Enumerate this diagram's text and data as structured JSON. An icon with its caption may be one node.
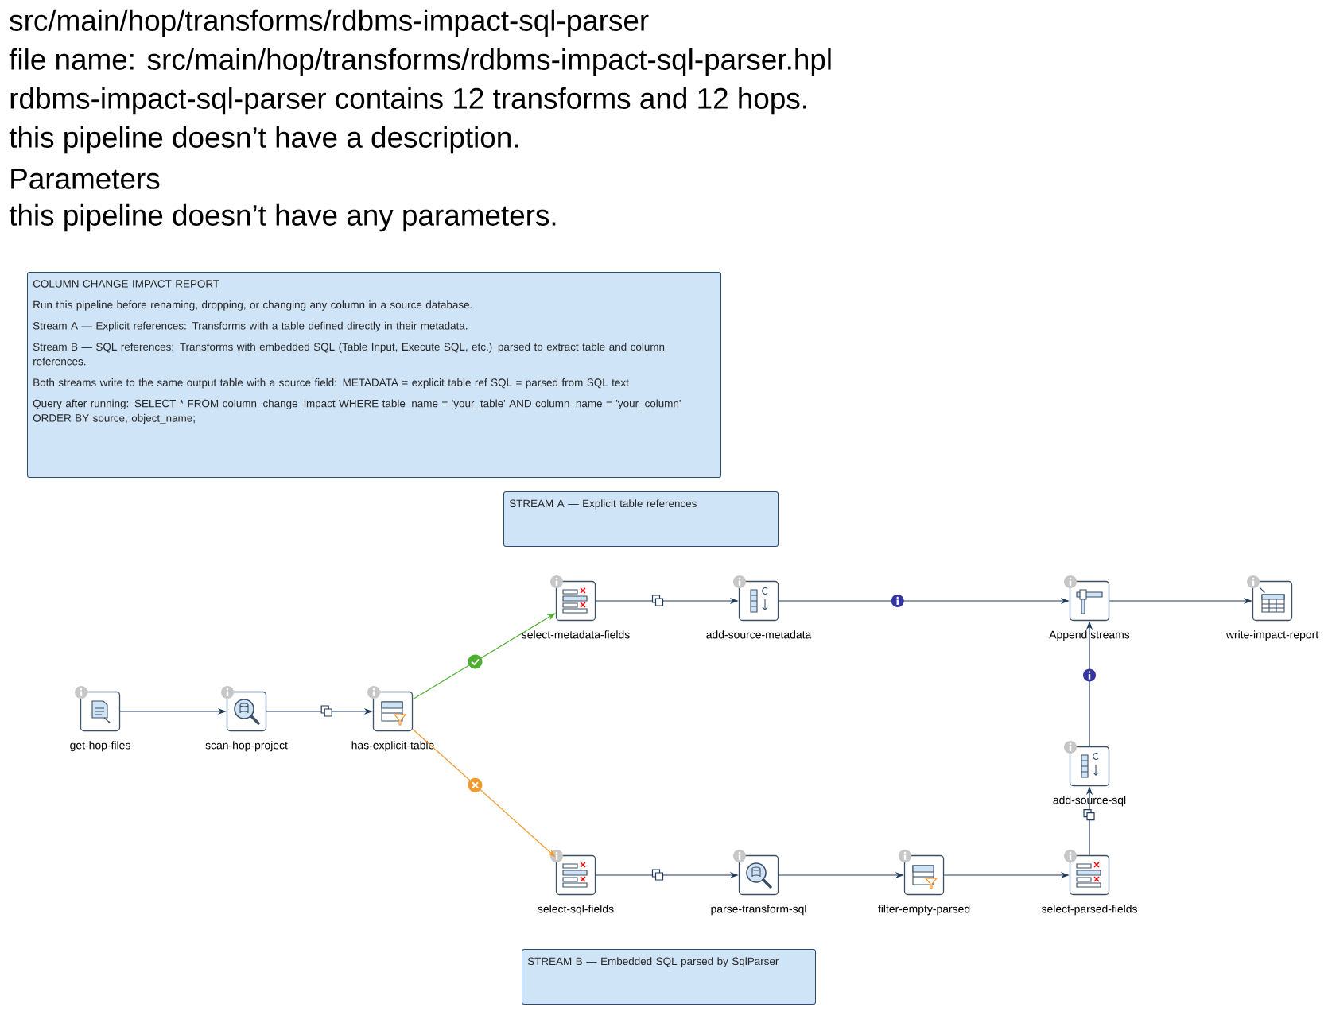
{
  "diagram": {
    "title": "src/main/hop/transforms/rdbms-impact-sql-parser",
    "labels": [
      "file name: src/main/hop/transforms/rdbms-impact-sql-parser.hpl",
      "rdbms-impact-sql-parser contains 12 transforms and 12 hops.",
      "this pipeline doesn’t have a description.",
      "Parameters",
      "this pipeline doesn’t have any parameters."
    ],
    "nodes": [
      {
        "text": [
          "COLUMN CHANGE IMPACT REPORT",
          "Run this pipeline before renaming, dropping, or changing any column in a source database.",
          "Stream A — Explicit references: Transforms with a table defined directly in their metadata.",
          "Stream B — SQL references: Transforms with embedded SQL (Table Input, Execute SQL, etc.) parsed to extract table and column references.",
          "Both streams write to the same output table with a source field: METADATA = explicit table ref SQL = parsed from SQL text",
          "Query after running: SELECT * FROM column_change_impact WHERE table_name = 'your_table' AND column_name = 'your_column' ORDER BY source, object_name;"
        ]
      },
      {
        "text": [
          "STREAM A — Explicit table references"
        ]
      },
      {
        "text": [
          "get-hop-files"
        ]
      },
      {
        "text": [
          "scan-hop-project"
        ]
      },
      {
        "text": [
          "has-explicit-table"
        ]
      },
      {
        "text": [
          "select-metadata-fields"
        ]
      },
      {
        "text": [
          "add-source-metadata"
        ]
      },
      {
        "text": [
          "Append streams"
        ]
      },
      {
        "text": [
          "write-impact-report"
        ]
      },
      {
        "text": [
          "add-source-sql"
        ]
      },
      {
        "text": [
          "select-sql-fields"
        ]
      },
      {
        "text": [
          "parse-transform-sql"
        ]
      },
      {
        "text": [
          "filter-empty-parsed"
        ]
      },
      {
        "text": [
          "select-parsed-fields"
        ]
      },
      {
        "text": [
          "STREAM B — Embedded SQL parsed by SqlParser"
        ]
      }
    ],
    "edges": [
      {
        "from": 2,
        "to": 3,
        "arrow": "to"
      },
      {
        "from": 3,
        "to": 4,
        "arrow": "to"
      },
      {
        "from": 4,
        "to": 5,
        "arrow": "to",
        "color": "#4caf2e"
      },
      {
        "from": 4,
        "to": 10,
        "arrow": "to",
        "color": "#f09a2e"
      },
      {
        "from": 5,
        "to": 6,
        "arrow": "to"
      },
      {
        "from": 6,
        "to": 7,
        "arrow": "to"
      },
      {
        "from": 7,
        "to": 8,
        "arrow": "to"
      },
      {
        "from": 13,
        "to": 9,
        "arrow": "to"
      },
      {
        "from": 9,
        "to": 7,
        "arrow": "to"
      },
      {
        "from": 10,
        "to": 11,
        "arrow": "to"
      },
      {
        "from": 11,
        "to": 12,
        "arrow": "to"
      },
      {
        "from": 12,
        "to": 13,
        "arrow": "to"
      }
    ]
  }
}
